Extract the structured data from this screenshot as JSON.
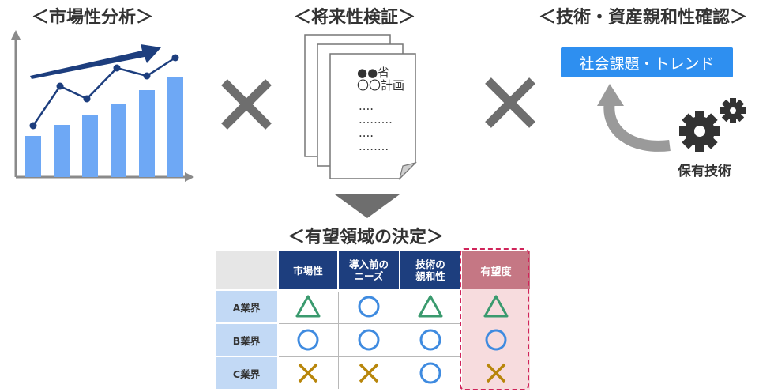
{
  "headings": {
    "market": "＜市場性分析＞",
    "future": "＜将来性検証＞",
    "affinity": "＜技術・資産親和性確認＞",
    "decision": "＜有望領域の決定＞"
  },
  "document": {
    "line1": "●●省",
    "line2": "〇〇計画",
    "dots1": "....",
    "dots2": ".........",
    "dots3": "....",
    "dots4": "........"
  },
  "affinity_panel": {
    "tag": "社会課題・トレンド",
    "owned_tech": "保有技術"
  },
  "colors": {
    "bar": "#6ea8f5",
    "navy": "#1d3e7e",
    "tag_blue": "#2e8ff0",
    "cross_gray": "#6e6e6e",
    "triangle": "#3a9a6e",
    "circle": "#3f8be0",
    "x_mark": "#b8860b",
    "priority_header": "#c57784",
    "priority_bg": "#f7dcde",
    "dash": "#d0245a"
  },
  "table": {
    "headers": [
      "市場性",
      "導入前の\nニーズ",
      "技術の\n親和性",
      "有望度"
    ],
    "rows": [
      {
        "label": "A業界",
        "marks": [
          "triangle",
          "circle",
          "triangle",
          "triangle"
        ]
      },
      {
        "label": "B業界",
        "marks": [
          "circle",
          "circle",
          "circle",
          "circle"
        ]
      },
      {
        "label": "C業界",
        "marks": [
          "cross",
          "cross",
          "circle",
          "cross"
        ]
      }
    ]
  }
}
